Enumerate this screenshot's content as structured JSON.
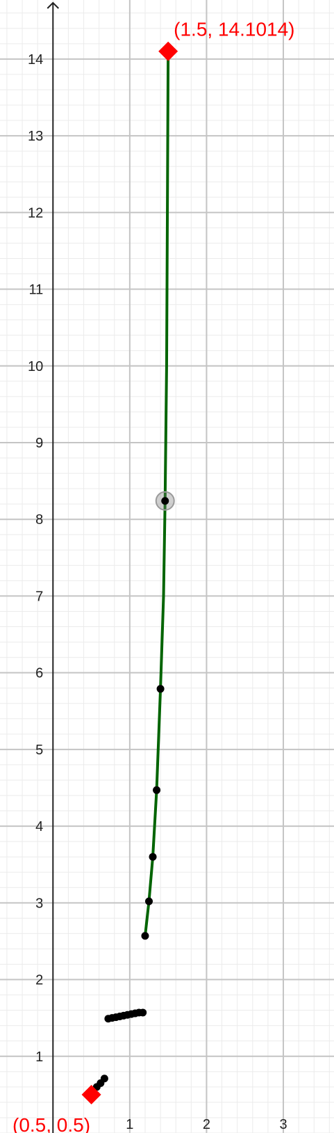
{
  "chart_data": {
    "type": "line",
    "xlim": [
      -0.69,
      3.66
    ],
    "ylim": [
      0,
      14.77
    ],
    "grid": true,
    "x_ticks": [
      {
        "value": 1,
        "label": "1"
      },
      {
        "value": 2,
        "label": "2"
      },
      {
        "value": 3,
        "label": "3"
      }
    ],
    "y_ticks": [
      {
        "value": 1,
        "label": "1"
      },
      {
        "value": 2,
        "label": "2"
      },
      {
        "value": 3,
        "label": "3"
      },
      {
        "value": 4,
        "label": "4"
      },
      {
        "value": 5,
        "label": "5"
      },
      {
        "value": 6,
        "label": "6"
      },
      {
        "value": 7,
        "label": "7"
      },
      {
        "value": 8,
        "label": "8"
      },
      {
        "value": 9,
        "label": "9"
      },
      {
        "value": 10,
        "label": "10"
      },
      {
        "value": 11,
        "label": "11"
      },
      {
        "value": 12,
        "label": "12"
      },
      {
        "value": 13,
        "label": "13"
      },
      {
        "value": 14,
        "label": "14"
      }
    ],
    "curves": [
      {
        "color": "#006400",
        "points": [
          [
            0.52,
            0.54
          ],
          [
            0.57,
            0.6
          ],
          [
            0.62,
            0.65
          ],
          [
            0.67,
            0.71
          ]
        ]
      },
      {
        "color": "#006400",
        "points": [
          [
            0.7,
            1.48
          ],
          [
            0.8,
            1.51
          ],
          [
            0.9,
            1.53
          ],
          [
            1.0,
            1.55
          ],
          [
            1.1,
            1.57
          ],
          [
            1.2,
            1.58
          ]
        ]
      },
      {
        "color": "#006400",
        "points": [
          [
            1.2,
            2.57
          ],
          [
            1.25,
            3.02
          ],
          [
            1.3,
            3.6
          ],
          [
            1.35,
            4.47
          ],
          [
            1.4,
            5.79
          ],
          [
            1.44,
            7.0
          ],
          [
            1.46,
            8.24
          ],
          [
            1.48,
            10.0
          ],
          [
            1.49,
            12.0
          ],
          [
            1.5,
            14.1014
          ]
        ]
      }
    ],
    "markers": [
      {
        "x": 0.57,
        "y": 0.6
      },
      {
        "x": 0.62,
        "y": 0.65
      },
      {
        "x": 0.67,
        "y": 0.71
      },
      {
        "x": 0.72,
        "y": 1.49
      },
      {
        "x": 0.77,
        "y": 1.5
      },
      {
        "x": 0.82,
        "y": 1.51
      },
      {
        "x": 0.87,
        "y": 1.52
      },
      {
        "x": 0.92,
        "y": 1.53
      },
      {
        "x": 0.97,
        "y": 1.54
      },
      {
        "x": 1.02,
        "y": 1.55
      },
      {
        "x": 1.07,
        "y": 1.56
      },
      {
        "x": 1.12,
        "y": 1.57
      },
      {
        "x": 1.17,
        "y": 1.57
      },
      {
        "x": 1.2,
        "y": 2.57
      },
      {
        "x": 1.25,
        "y": 3.02
      },
      {
        "x": 1.3,
        "y": 3.6
      },
      {
        "x": 1.35,
        "y": 4.47
      },
      {
        "x": 1.4,
        "y": 5.79
      },
      {
        "x": 1.46,
        "y": 8.24,
        "selected": true
      }
    ],
    "annotations": [
      {
        "x": 0.5,
        "y": 0.5,
        "label": "(0.5, 0.5)",
        "color": "#ff0000"
      },
      {
        "x": 1.5,
        "y": 14.1014,
        "label": "(1.5, 14.1014)",
        "color": "#ff0000"
      }
    ]
  }
}
